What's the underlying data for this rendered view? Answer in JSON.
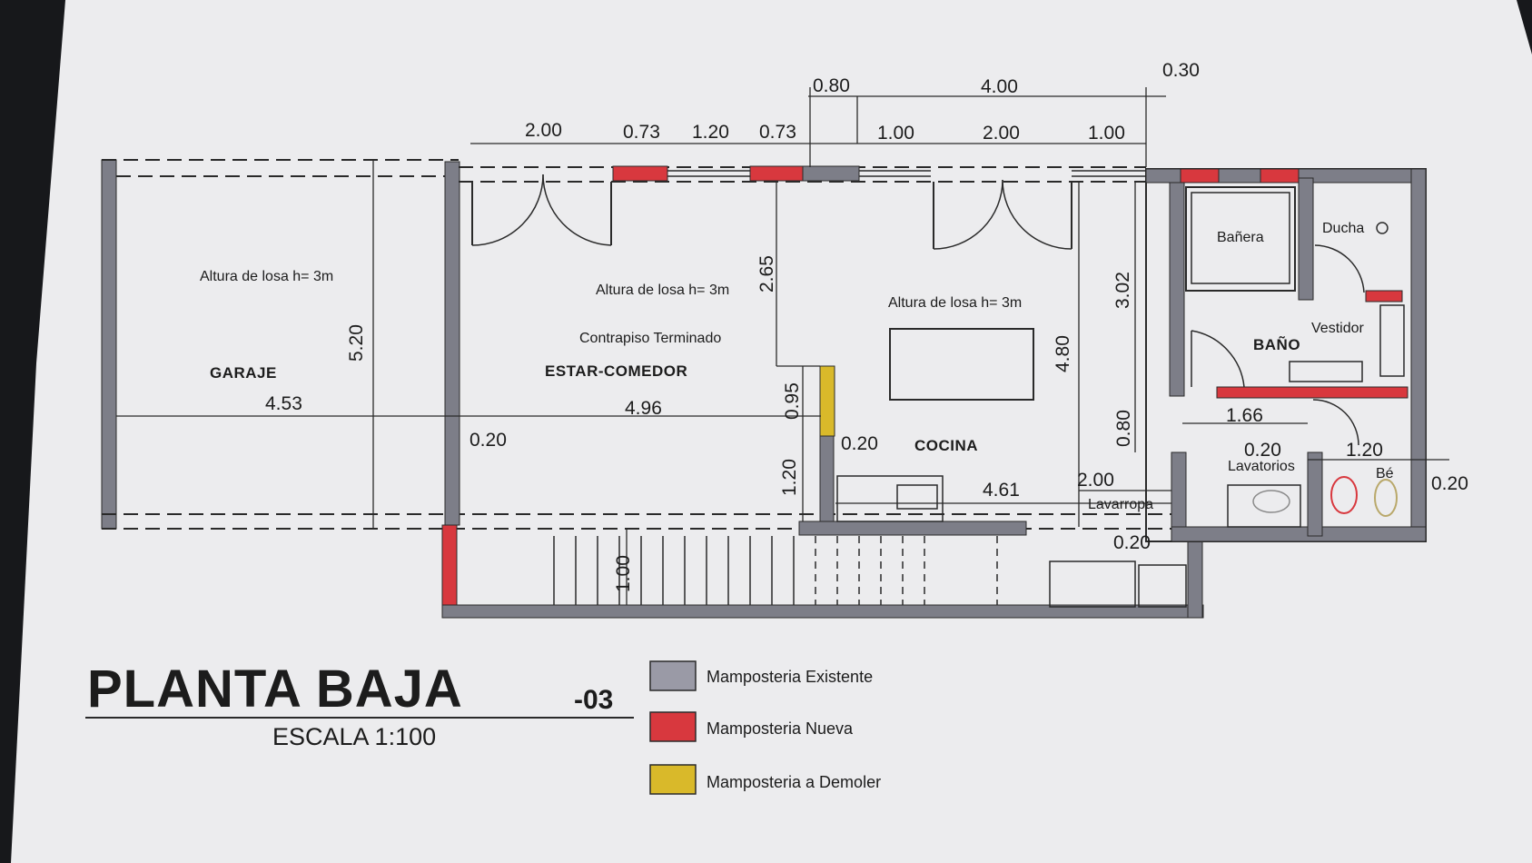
{
  "plan": {
    "title": "PLANTA BAJA",
    "title_suffix": "-03",
    "scale": "ESCALA 1:100"
  },
  "rooms": {
    "garaje": "GARAJE",
    "estar": "ESTAR-COMEDOR",
    "cocina": "COCINA",
    "bano": "BAÑO"
  },
  "labels": {
    "losa_garaje": "Altura de losa h= 3m",
    "losa_estar": "Altura de losa h= 3m",
    "losa_cocina": "Altura de losa h= 3m",
    "contrapiso": "Contrapiso Terminado",
    "banera": "Bañera",
    "ducha": "Ducha",
    "vestidor": "Vestidor",
    "lavatorios": "Lavatorios",
    "lavarropa": "Lavarropa",
    "bidet": "Bé"
  },
  "dimensions": {
    "top_0_80": "0.80",
    "top_4_00": "4.00",
    "top_0_30": "0.30",
    "d_2_00_a": "2.00",
    "d_0_73_a": "0.73",
    "d_1_20_a": "1.20",
    "d_0_73_b": "0.73",
    "d_1_00_a": "1.00",
    "d_2_00_b": "2.00",
    "d_1_00_b": "1.00",
    "d_5_20": "5.20",
    "d_4_53": "4.53",
    "d_0_20_a": "0.20",
    "d_4_96": "4.96",
    "d_2_65": "2.65",
    "d_0_95": "0.95",
    "d_1_20_b": "1.20",
    "d_0_20_b": "0.20",
    "d_3_02": "3.02",
    "d_4_80": "4.80",
    "d_0_80": "0.80",
    "d_4_61": "4.61",
    "d_2_00_c": "2.00",
    "d_0_20_c": "0.20",
    "d_1_66": "1.66",
    "d_0_20_d": "0.20",
    "d_1_20_c": "1.20",
    "d_0_20_e": "0.20",
    "d_1_00_c": "1.00"
  },
  "legend": [
    {
      "label": "Mamposteria Existente",
      "color": "#9a9aa6"
    },
    {
      "label": "Mamposteria Nueva",
      "color": "#d8383e"
    },
    {
      "label": "Mamposteria a Demoler",
      "color": "#d9b92a"
    }
  ],
  "colors": {
    "paper": "#eeeef0",
    "existing_wall": "#7d7e88",
    "new_wall": "#d8383e",
    "demolish_wall": "#d9b92a",
    "line": "#2a2a2a"
  }
}
